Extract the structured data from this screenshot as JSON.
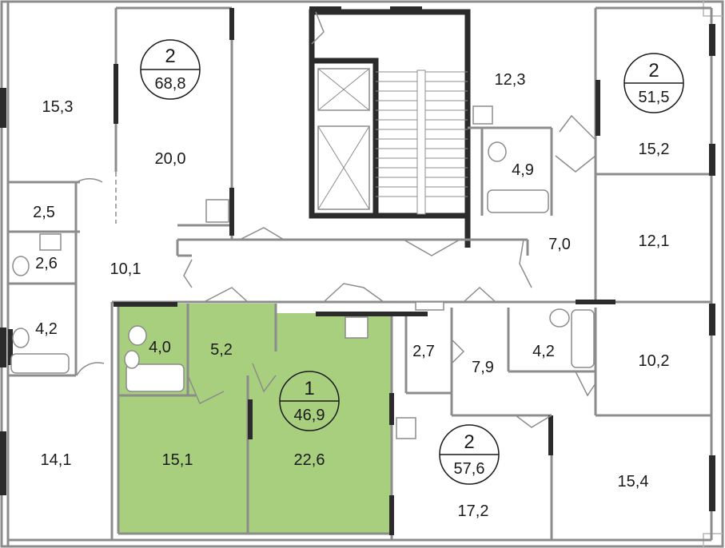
{
  "colors": {
    "highlight": "#a8cf7e",
    "wall": "#8c8c8c",
    "structural": "#2b2b2b"
  },
  "apartments": [
    {
      "id": "apt-top-left",
      "rooms": "2",
      "area": "68,8"
    },
    {
      "id": "apt-top-right",
      "rooms": "2",
      "area": "51,5"
    },
    {
      "id": "apt-selected",
      "rooms": "1",
      "area": "46,9"
    },
    {
      "id": "apt-bottom-right",
      "rooms": "2",
      "area": "57,6"
    }
  ],
  "room_areas": [
    "15,3",
    "20,0",
    "2,5",
    "2,6",
    "10,1",
    "4,2",
    "14,1",
    "12,3",
    "4,9",
    "15,2",
    "7,0",
    "12,1",
    "4,0",
    "5,2",
    "15,1",
    "22,6",
    "2,7",
    "7,9",
    "4,2",
    "10,2",
    "17,2",
    "15,4"
  ]
}
